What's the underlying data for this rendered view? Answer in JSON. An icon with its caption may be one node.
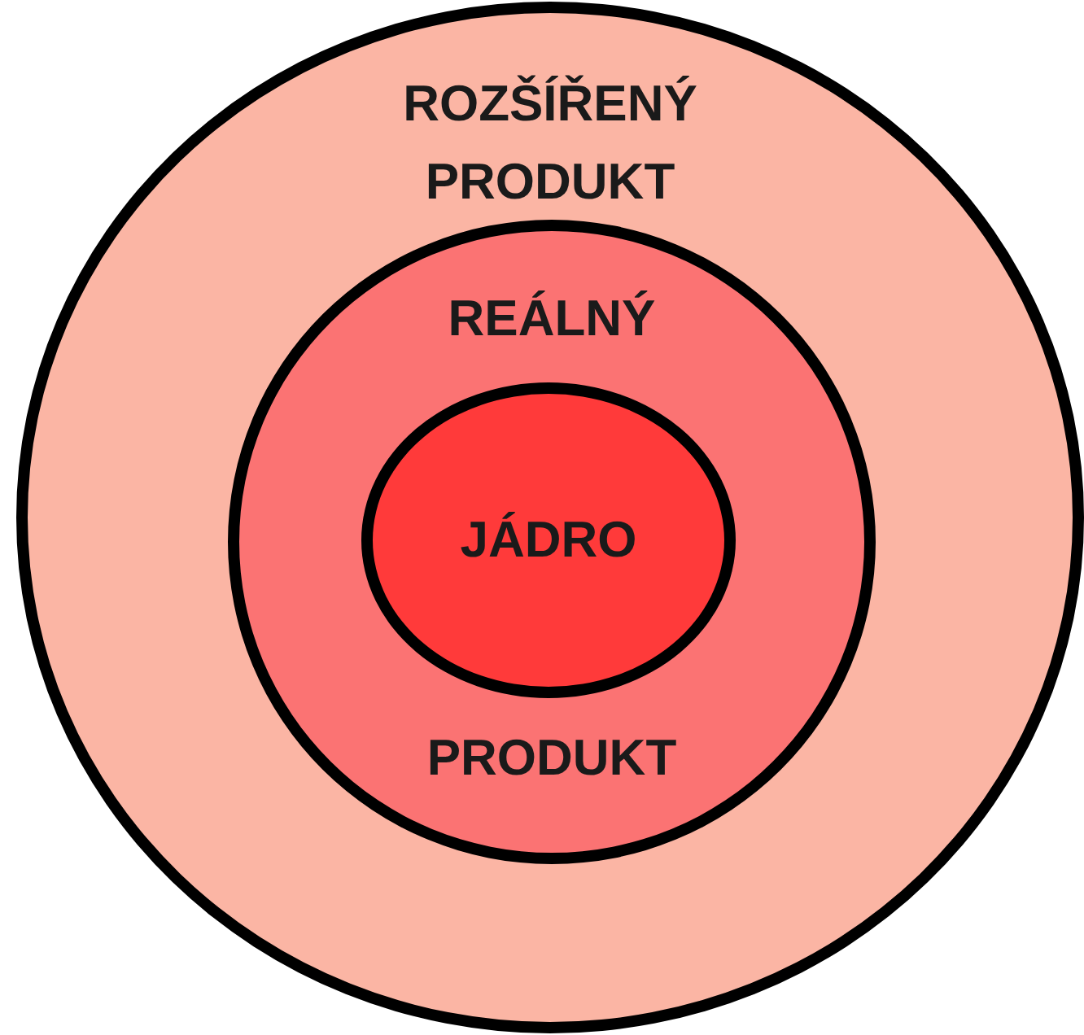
{
  "diagram": {
    "nodes": [
      {
        "text": [
          "ROZŠÍŘENÝ PRODUKT"
        ]
      },
      {
        "text": [
          "REÁLNÝ",
          "PRODUKT"
        ],
        "in": 0
      },
      {
        "text": [
          "JÁDRO"
        ],
        "in": 1
      }
    ]
  }
}
